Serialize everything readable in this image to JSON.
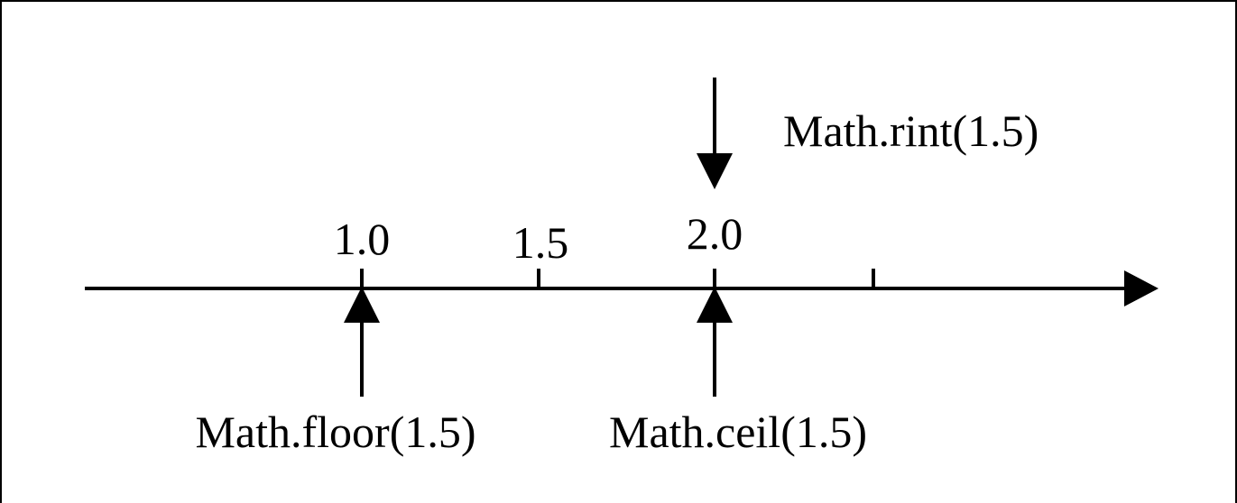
{
  "number_line": {
    "ticks": [
      {
        "value": 1.0,
        "label": "1.0"
      },
      {
        "value": 1.5,
        "label": "1.5"
      },
      {
        "value": 2.0,
        "label": "2.0"
      },
      {
        "value": 2.45,
        "label": ""
      }
    ]
  },
  "annotations": {
    "rint": {
      "label": "Math.rint(1.5)",
      "value": 2.0,
      "direction": "down"
    },
    "floor": {
      "label": "Math.floor(1.5)",
      "value": 1.0,
      "direction": "up"
    },
    "ceil": {
      "label": "Math.ceil(1.5)",
      "value": 2.0,
      "direction": "up"
    }
  },
  "colors": {
    "ink": "#000000",
    "background": "#ffffff"
  }
}
